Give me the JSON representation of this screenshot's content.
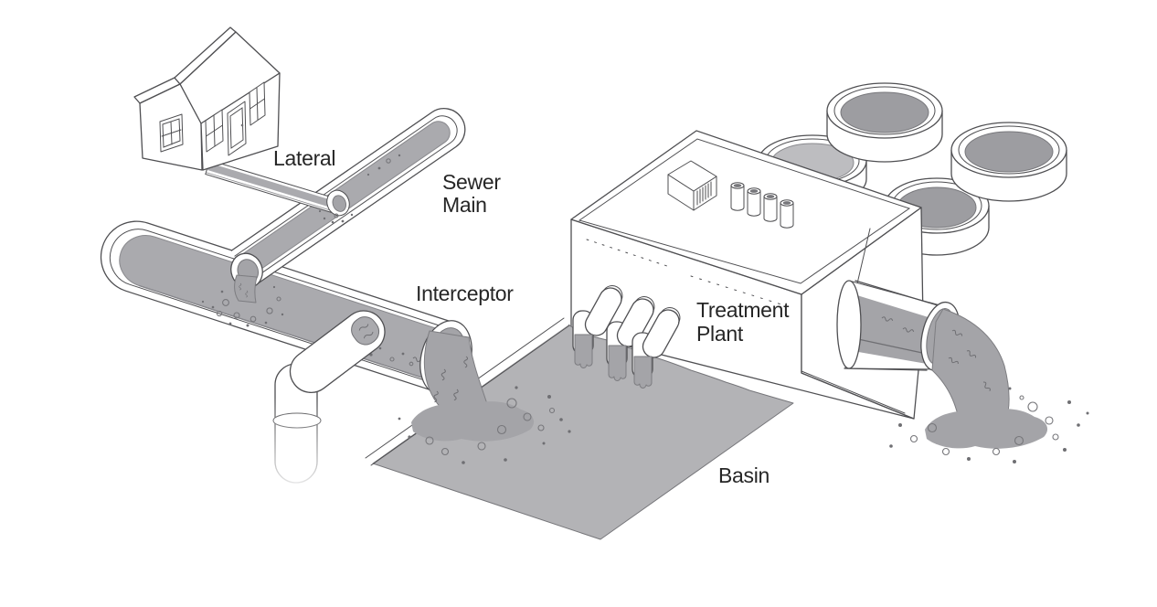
{
  "figure": {
    "labels": {
      "lateral": "Lateral",
      "sewer_main_line1": "Sewer",
      "sewer_main_line2": "Main",
      "interceptor": "Interceptor",
      "treatment_plant_line1": "Treatment",
      "treatment_plant_line2": "Plant",
      "basin": "Basin"
    }
  },
  "colors": {
    "background": "#ffffff",
    "line": "#4f4f52",
    "water": "#aaaaae",
    "basin": "#b3b3b6",
    "stream": "#a4a4a8",
    "tank_content": "#9d9da1",
    "tank_content_light": "#bdbdc0",
    "text": "#262626"
  }
}
